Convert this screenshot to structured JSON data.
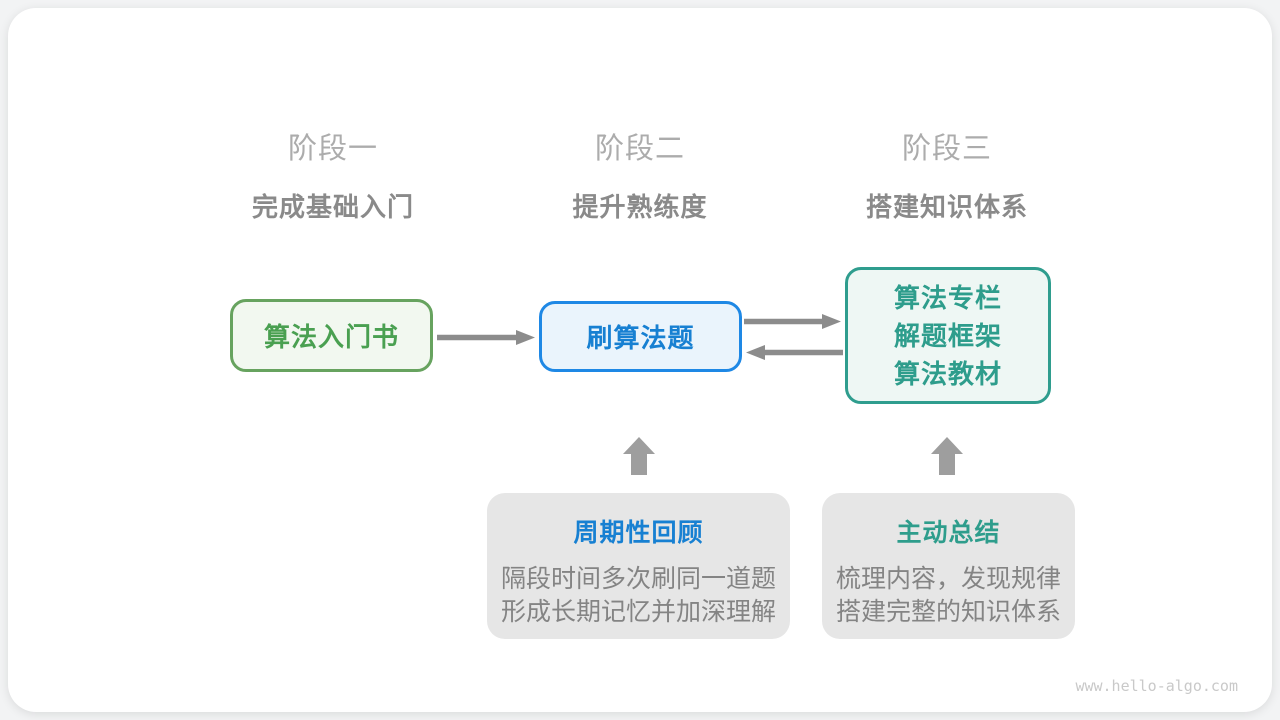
{
  "diagram": {
    "watermark": "www.hello-algo.com",
    "stages": [
      {
        "label": "阶段一",
        "subtitle": "完成基础入门"
      },
      {
        "label": "阶段二",
        "subtitle": "提升熟练度"
      },
      {
        "label": "阶段三",
        "subtitle": "搭建知识体系"
      }
    ],
    "flow": {
      "intro_book": {
        "label": "算法入门书"
      },
      "practice": {
        "label": "刷算法题"
      },
      "resources": {
        "lines": [
          "算法专栏",
          "解题框架",
          "算法教材"
        ]
      }
    },
    "notes": [
      {
        "title": "周期性回顾",
        "line1": "隔段时间多次刷同一道题",
        "line2": "形成长期记忆并加深理解"
      },
      {
        "title": "主动总结",
        "line1": "梳理内容，发现规律",
        "line2": "搭建完整的知识体系"
      }
    ],
    "colors": {
      "green_border": "#67A35F",
      "green_bg": "#F2F8F0",
      "green_text": "#4AA051",
      "blue_border": "#1E88E5",
      "blue_bg": "#EAF4FC",
      "blue_text": "#1780D2",
      "teal_border": "#2F9D8E",
      "teal_bg": "#EEF7F4",
      "teal_text": "#2E9D8C",
      "note_bg": "#E6E6E6",
      "note_text": "#848484",
      "stage_label": "#ACACAC",
      "stage_subtitle": "#8A8A8A",
      "arrow": "#8C8C8C",
      "arrow_up": "#9E9E9E",
      "watermark_text": "#C9C9C9"
    }
  }
}
